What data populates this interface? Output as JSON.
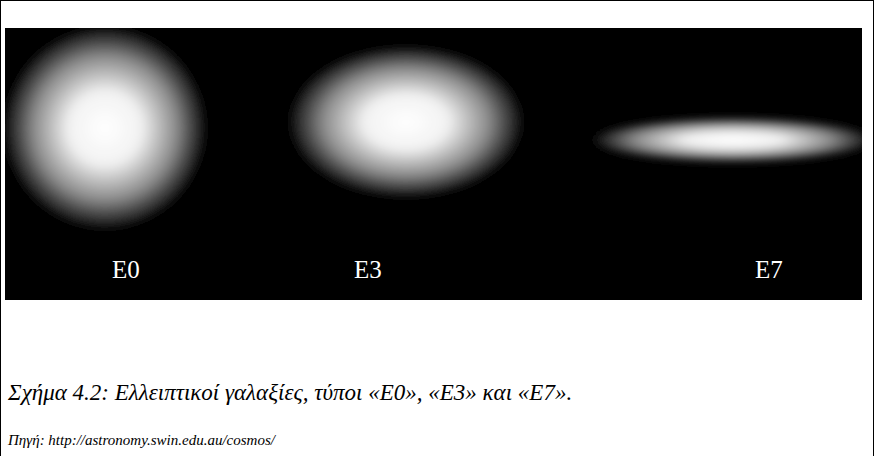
{
  "diagram": {
    "caption": "Σχήμα 4.2: Ελλειπτικοί γαλαξίες, τύποι «Ε0», «Ε3» και «Ε7».",
    "labels": [
      "E0",
      "E3",
      "E7",
      "Πηγή: http://astronomy.swin.edu.au/cosmos/"
    ]
  }
}
